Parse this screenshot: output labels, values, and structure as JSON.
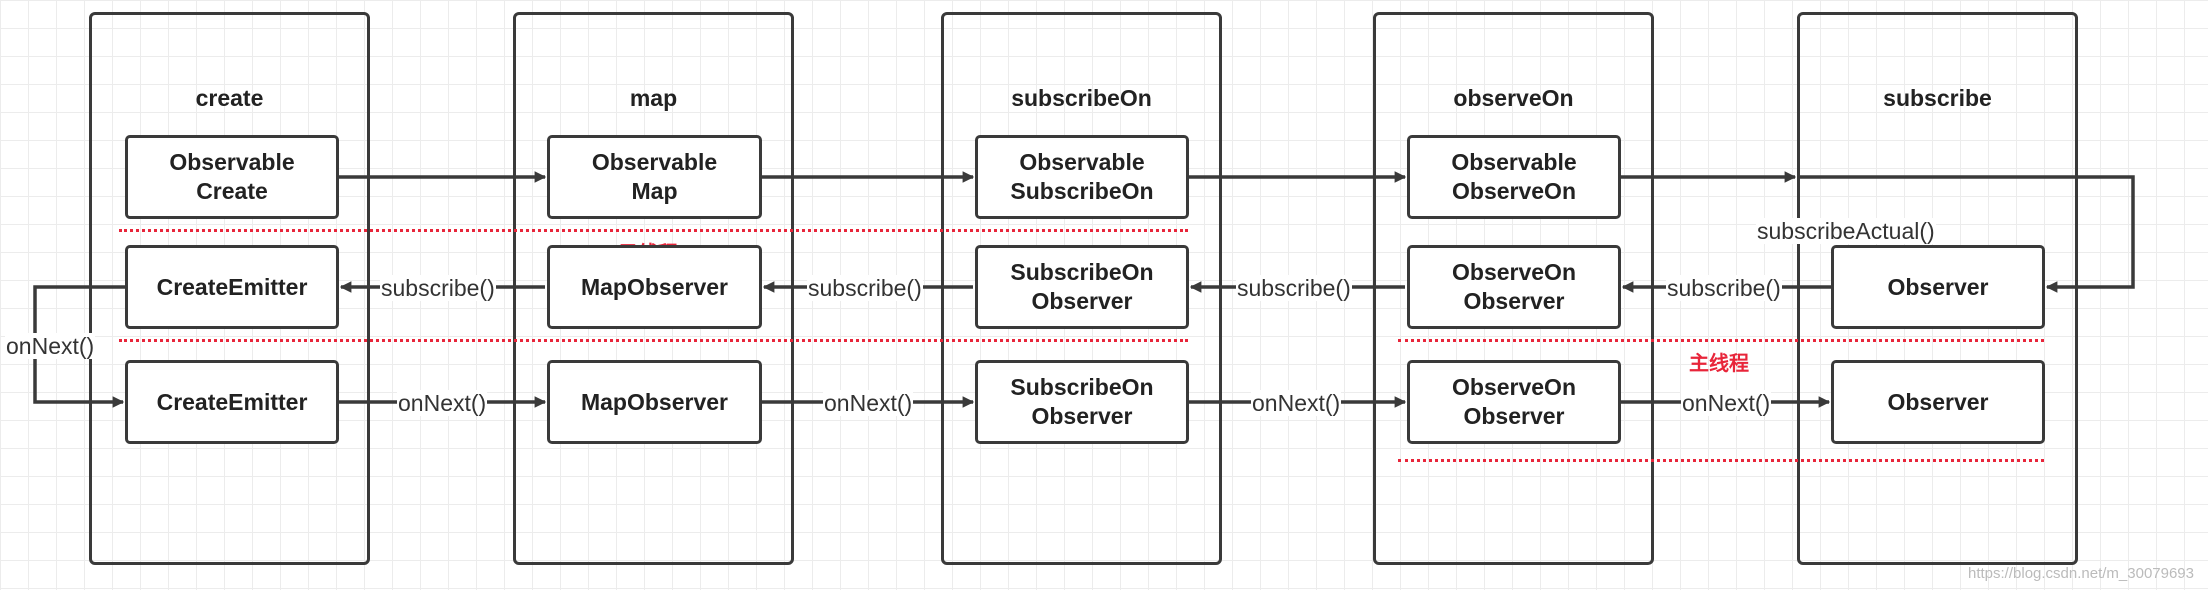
{
  "columns": [
    {
      "title": "create",
      "nodes": {
        "top": [
          "Observable",
          "Create"
        ],
        "middle": [
          "CreateEmitter"
        ],
        "bottom": [
          "CreateEmitter"
        ]
      }
    },
    {
      "title": "map",
      "nodes": {
        "top": [
          "Observable",
          "Map"
        ],
        "middle": [
          "MapObserver"
        ],
        "bottom": [
          "MapObserver"
        ]
      }
    },
    {
      "title": "subscribeOn",
      "nodes": {
        "top": [
          "Observable",
          "SubscribeOn"
        ],
        "middle": [
          "SubscribeOn",
          "Observer"
        ],
        "bottom": [
          "SubscribeOn",
          "Observer"
        ]
      }
    },
    {
      "title": "observeOn",
      "nodes": {
        "top": [
          "Observable",
          "ObserveOn"
        ],
        "middle": [
          "ObserveOn",
          "Observer"
        ],
        "bottom": [
          "ObserveOn",
          "Observer"
        ]
      }
    },
    {
      "title": "subscribe",
      "nodes": {
        "middle": [
          "Observer"
        ],
        "bottom": [
          "Observer"
        ]
      }
    }
  ],
  "edge_labels": {
    "subscribe_call": "subscribe()",
    "on_next": "onNext()",
    "subscribe_actual": "subscribeActual()"
  },
  "thread_labels": {
    "worker": "子线程",
    "main": "主线程"
  },
  "colors": {
    "line": "#3a3a3a",
    "thread_divider": "#e8253a"
  },
  "watermark": "https://blog.csdn.net/m_30079693"
}
